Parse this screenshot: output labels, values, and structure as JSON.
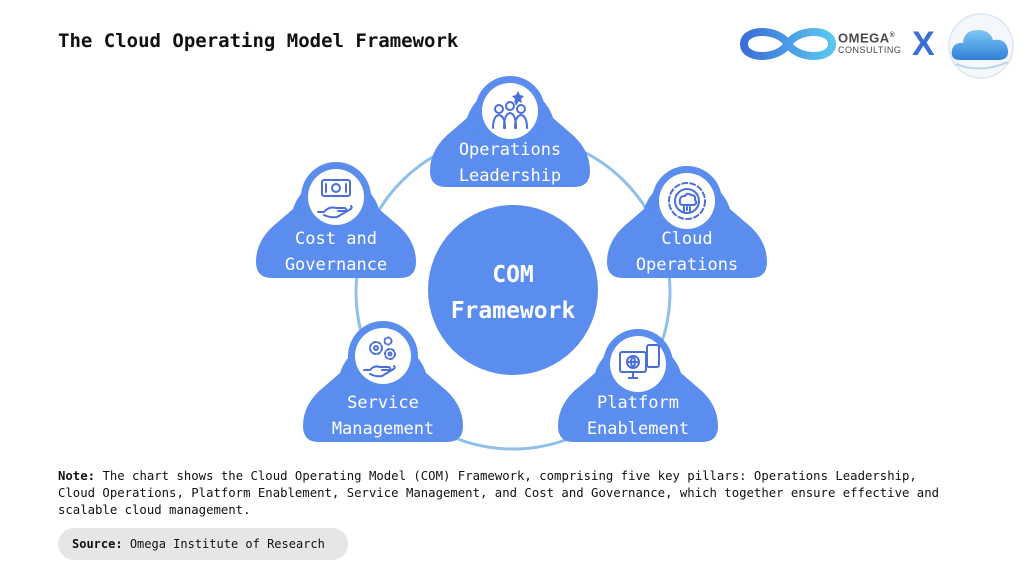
{
  "title": "The Cloud Operating Model Framework",
  "brand": {
    "logo_name": "OMEGA",
    "logo_mark": "®",
    "logo_sub": "CONSULTING",
    "x_mark": "X",
    "partner_logo": "cloud-logo"
  },
  "diagram": {
    "center": [
      "COM",
      "Framework"
    ],
    "pillars": [
      {
        "lines": [
          "Operations",
          "Leadership"
        ],
        "icon": "leadership-icon"
      },
      {
        "lines": [
          "Cloud",
          "Operations"
        ],
        "icon": "cloud-gear-icon"
      },
      {
        "lines": [
          "Platform",
          "Enablement"
        ],
        "icon": "devices-icon"
      },
      {
        "lines": [
          "Service",
          "Management"
        ],
        "icon": "hand-gears-icon"
      },
      {
        "lines": [
          "Cost and",
          "Governance"
        ],
        "icon": "hand-money-icon"
      }
    ],
    "colors": {
      "node": "#5b8def",
      "ring": "#8fc0ea",
      "icon": "#4a6fd8"
    }
  },
  "note": {
    "label": "Note:",
    "text": "The chart shows the Cloud Operating Model (COM) Framework, comprising five key pillars: Operations Leadership, Cloud Operations, Platform Enablement, Service Management, and Cost and Governance, which together ensure effective and scalable cloud management."
  },
  "source": {
    "label": "Source:",
    "text": "Omega Institute of Research"
  }
}
